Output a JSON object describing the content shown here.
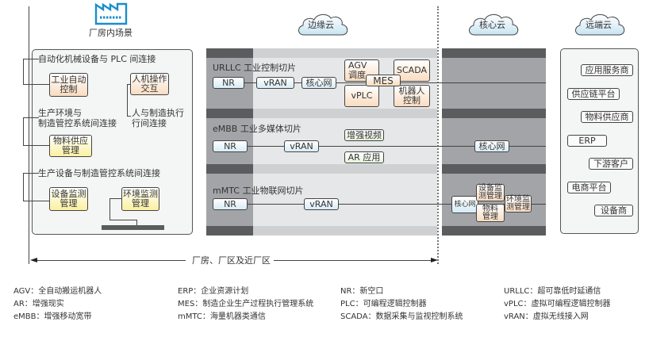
{
  "zones": {
    "factory": "厂房内场景",
    "edge_cloud": "边缘云",
    "core_cloud": "核心云",
    "remote_cloud": "远端云"
  },
  "factory_panel": {
    "conn1": "自动化机械设备与 PLC 间连接",
    "conn2_line1": "生产环境与",
    "conn2_line2": "制造管控系统间连接",
    "conn3_line1": "人与制造执行",
    "conn3_line2": "行间连接",
    "conn4": "生产设备与制造管控系统间连接",
    "box_industrial_auto": [
      "工业自动",
      "控制"
    ],
    "box_hmi": [
      "人机操作",
      "交互"
    ],
    "box_material": [
      "物料供应",
      "管理"
    ],
    "box_device_monitor": [
      "设备监测",
      "管理"
    ],
    "box_env_monitor": [
      "环境监测",
      "管理"
    ]
  },
  "slices": [
    {
      "label": "URLLC 工业控制切片",
      "nodes": [
        "NR",
        "vRAN",
        "核心网"
      ],
      "apps": {
        "agv": [
          "AGV",
          "调度"
        ],
        "scada": "SCADA",
        "mes": "MES",
        "vplc": "vPLC",
        "robot": [
          "机器人",
          "控制"
        ]
      }
    },
    {
      "label": "eMBB 工业多媒体切片",
      "nodes": [
        "NR",
        "vRAN"
      ],
      "apps": {
        "video": "增强视频",
        "ar": "AR 应用"
      },
      "core": "核心网"
    },
    {
      "label": "mMTC 工业物联网切片",
      "nodes": [
        "NR",
        "vRAN"
      ],
      "core": "核心网",
      "apps": {
        "device": [
          "设备监",
          "测管理"
        ],
        "env": [
          "环境监",
          "测管理"
        ],
        "material": [
          "物料",
          "管理"
        ]
      }
    }
  ],
  "remote_items": [
    "应用服务商",
    "供应链平台",
    "物料供应商",
    "ERP",
    "下游客户",
    "电商平台",
    "设备商"
  ],
  "range_label": "厂房、厂区及近厂区",
  "legend": [
    [
      "AGV：全自动搬运机器人",
      "AR：增强现实",
      "eMBB：增强移动宽带"
    ],
    [
      "ERP：企业资源计划",
      "MES：制造企业生产过程执行管理系统",
      "mMTC：海量机器类通信"
    ],
    [
      "NR：新空口",
      "PLC：可编程逻辑控制器",
      "SCADA：数据采集与监视控制系统"
    ],
    [
      "URLLC：超可靠低时延通信",
      "vPLC：虚拟可编程逻辑控制器",
      "vRAN：虚拟无线接入网"
    ]
  ],
  "colors": {
    "icon_blue": "#1a8fc9",
    "band_dark": "#5b5c5e",
    "band_mid": "#a3a4a7",
    "band_light": "#e6e7e8"
  }
}
